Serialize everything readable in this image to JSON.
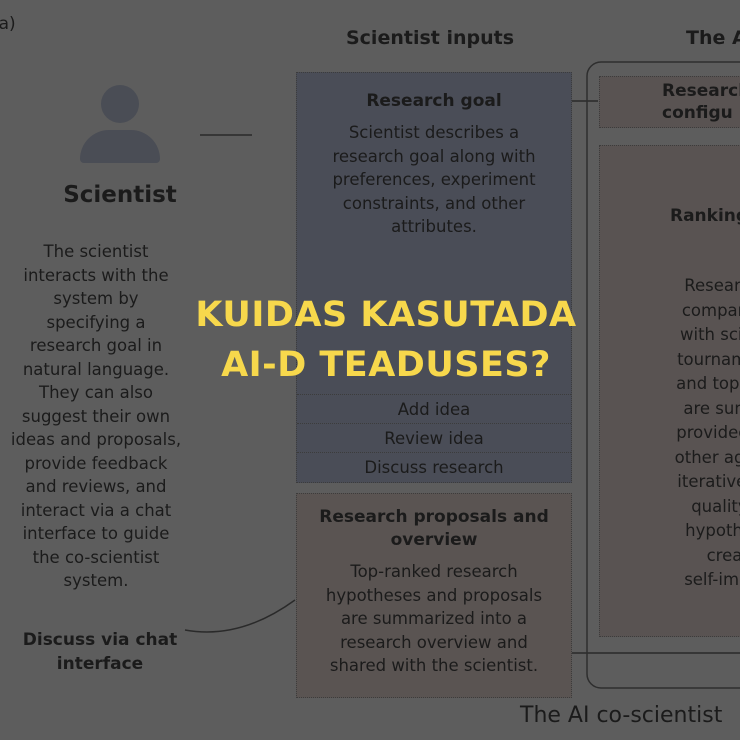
{
  "panel_label": "(a)",
  "scientist": {
    "title": "Scientist",
    "description": "The scientist interacts with the system by specifying a research goal in natural language. They can also suggest their own ideas and proposals, provide feedback and reviews, and interact via a chat interface to guide the co-scientist system.",
    "discuss_label": "Discuss via chat interface"
  },
  "inputs": {
    "heading": "Scientist inputs",
    "goal_title": "Research goal",
    "goal_text": "Scientist describes a research goal along with preferences, experiment constraints, and other attributes.",
    "actions": [
      "Add idea",
      "Review idea",
      "Discuss research"
    ],
    "proposals_title": "Research proposals and overview",
    "proposals_text": "Top-ranked research hypotheses and proposals are summarized into a research overview and shared with the scientist."
  },
  "system": {
    "heading": "The AI",
    "config_title": "Research configu",
    "ranking_title": "Ranking tourna",
    "ranking_text": [
      "Research h",
      "comparison",
      "with scientif",
      "tournaments",
      "and top win-l",
      "are summa",
      "provided as f",
      "other agents.",
      "iterative imp",
      "quality of",
      "hypothesis",
      "creati",
      "self-improv"
    ],
    "footer": "The AI co-scientist"
  },
  "overlay_title": [
    "KUIDAS KASUTADA",
    "AI-D TEADUSES?"
  ],
  "colors": {
    "title": "#f7d84c",
    "background": "#5d5d5d"
  }
}
